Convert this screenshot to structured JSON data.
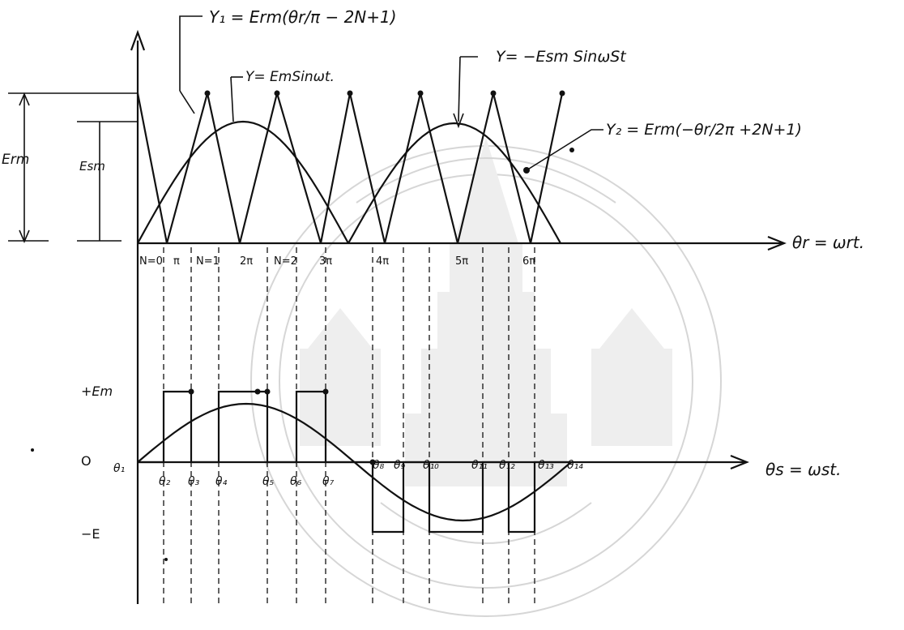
{
  "top_plot": {
    "equations": {
      "y1": "Y₁ = Erm(θr/π − 2N+1)",
      "y_pos": "Y= EmSinωt.",
      "y_neg": "Y=  −Esm SinωSt",
      "y2": "Y₂ = Erm(−θr/2π +2N+1)"
    },
    "axis_label": "θr = ωrt.",
    "amplitude_labels": {
      "erm": "Erm",
      "esm": "Esm"
    },
    "tick_labels": [
      "N=0",
      "π",
      "N=1",
      "2π",
      "N=2",
      "3π",
      "4π",
      "5π",
      "6π"
    ]
  },
  "bottom_plot": {
    "level_labels": {
      "pos": "+Em",
      "zero": "O",
      "neg": "−E"
    },
    "axis_label": "θs = ωst.",
    "theta_labels": [
      "θ₁",
      "θ₂",
      "θ₃",
      "θ₄",
      "θ₅",
      "θ₆",
      "θ₇",
      "θ₈",
      "θ₉",
      "θ₁₀",
      "θ₁₁",
      "θ₁₂",
      "θ₁₃",
      "θ₁₄"
    ]
  },
  "watermark": {
    "present": true,
    "color": "#d8d8d8"
  }
}
